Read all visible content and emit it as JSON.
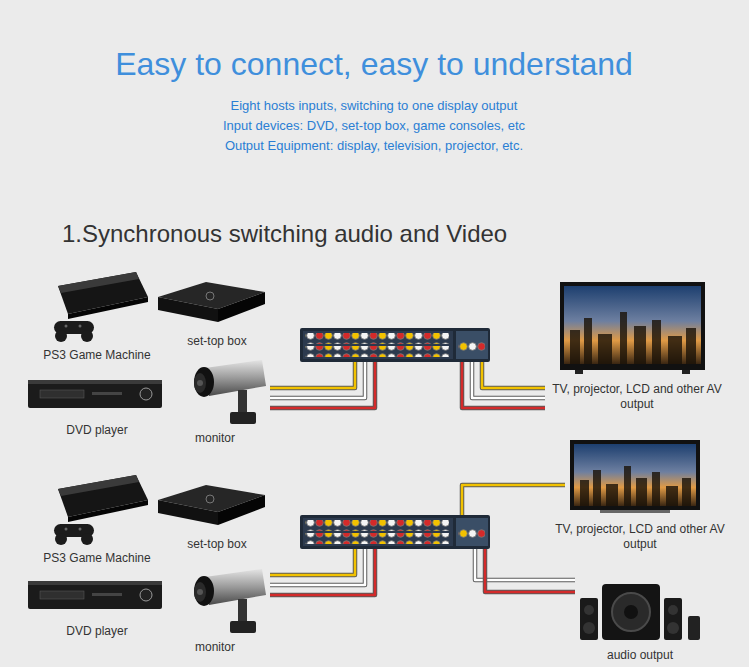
{
  "diagram": {
    "title": "Easy to connect, easy to understand",
    "nodes": [
      {
        "text": [
          "PS3 Game Machine"
        ]
      },
      {
        "text": [
          "set-top box"
        ]
      },
      {
        "text": [
          "DVD player"
        ]
      },
      {
        "text": [
          "monitor"
        ]
      },
      {
        "text": [
          "TV, projector, LCD and other AV output"
        ]
      },
      {
        "text": [
          "PS3 Game Machine"
        ]
      },
      {
        "text": [
          "set-top box"
        ]
      },
      {
        "text": [
          "DVD player"
        ]
      },
      {
        "text": [
          "monitor"
        ]
      },
      {
        "text": [
          "TV, projector, LCD and other AV output"
        ]
      },
      {
        "text": [
          "audio output"
        ]
      }
    ],
    "labels": [
      "Eight hosts inputs, switching to one display output",
      "Input devices: DVD, set-top box, game consoles, etc",
      "Output Equipment: display, television, projector, etc.",
      "1.Synchronous switching audio and Video"
    ]
  }
}
